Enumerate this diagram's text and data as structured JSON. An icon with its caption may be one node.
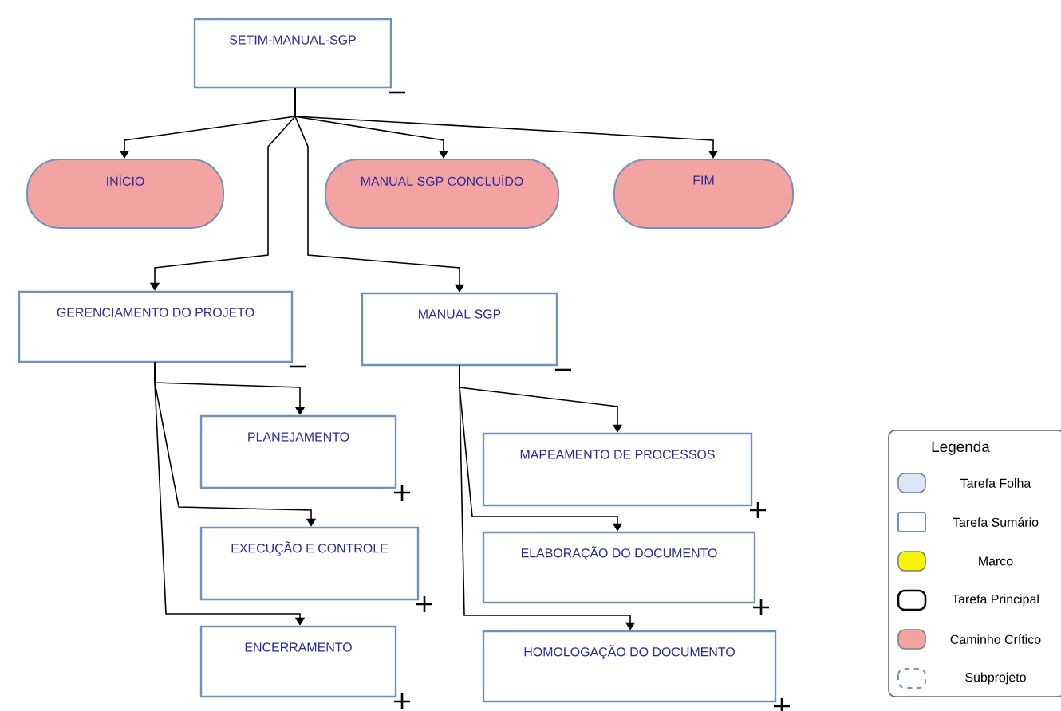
{
  "diagram": {
    "nodes": [
      {
        "text": [
          "SETIM-MANUAL-SGP"
        ]
      },
      {
        "text": [
          "INÍCIO"
        ]
      },
      {
        "text": [
          "MANUAL SGP CONCLUÍDO"
        ]
      },
      {
        "text": [
          "FIM"
        ]
      },
      {
        "text": [
          "GERENCIAMENTO DO PROJETO"
        ]
      },
      {
        "text": [
          "MANUAL SGP"
        ]
      },
      {
        "text": [
          "PLANEJAMENTO"
        ]
      },
      {
        "text": [
          "EXECUÇÃO E CONTROLE"
        ]
      },
      {
        "text": [
          "ENCERRAMENTO"
        ]
      },
      {
        "text": [
          "MAPEAMENTO DE PROCESSOS"
        ]
      },
      {
        "text": [
          "ELABORAÇÃO DO DOCUMENTO"
        ]
      },
      {
        "text": [
          "HOMOLOGAÇÃO DO DOCUMENTO"
        ]
      }
    ],
    "edges": [
      {
        "from": 0,
        "to": 1,
        "arrow": "to"
      },
      {
        "from": 0,
        "to": 2,
        "arrow": "to"
      },
      {
        "from": 0,
        "to": 3,
        "arrow": "to"
      },
      {
        "from": 0,
        "to": 4,
        "arrow": "to"
      },
      {
        "from": 0,
        "to": 5,
        "arrow": "to"
      },
      {
        "from": 4,
        "to": 6,
        "arrow": "to"
      },
      {
        "from": 4,
        "to": 7,
        "arrow": "to"
      },
      {
        "from": 4,
        "to": 8,
        "arrow": "to"
      },
      {
        "from": 5,
        "to": 9,
        "arrow": "to"
      },
      {
        "from": 5,
        "to": 10,
        "arrow": "to"
      },
      {
        "from": 5,
        "to": 11,
        "arrow": "to"
      }
    ],
    "labels": [
      "Legenda"
    ],
    "legend": [
      {
        "text": "Tarefa Folha",
        "color": "#dbe6f8"
      },
      {
        "text": "Tarefa Sumário"
      },
      {
        "text": "Marco",
        "color": "#f5f500"
      },
      {
        "text": "Tarefa Principal"
      },
      {
        "text": "Caminho Crítico",
        "color": "#f4a3a3"
      },
      {
        "text": "Subprojeto"
      }
    ]
  }
}
